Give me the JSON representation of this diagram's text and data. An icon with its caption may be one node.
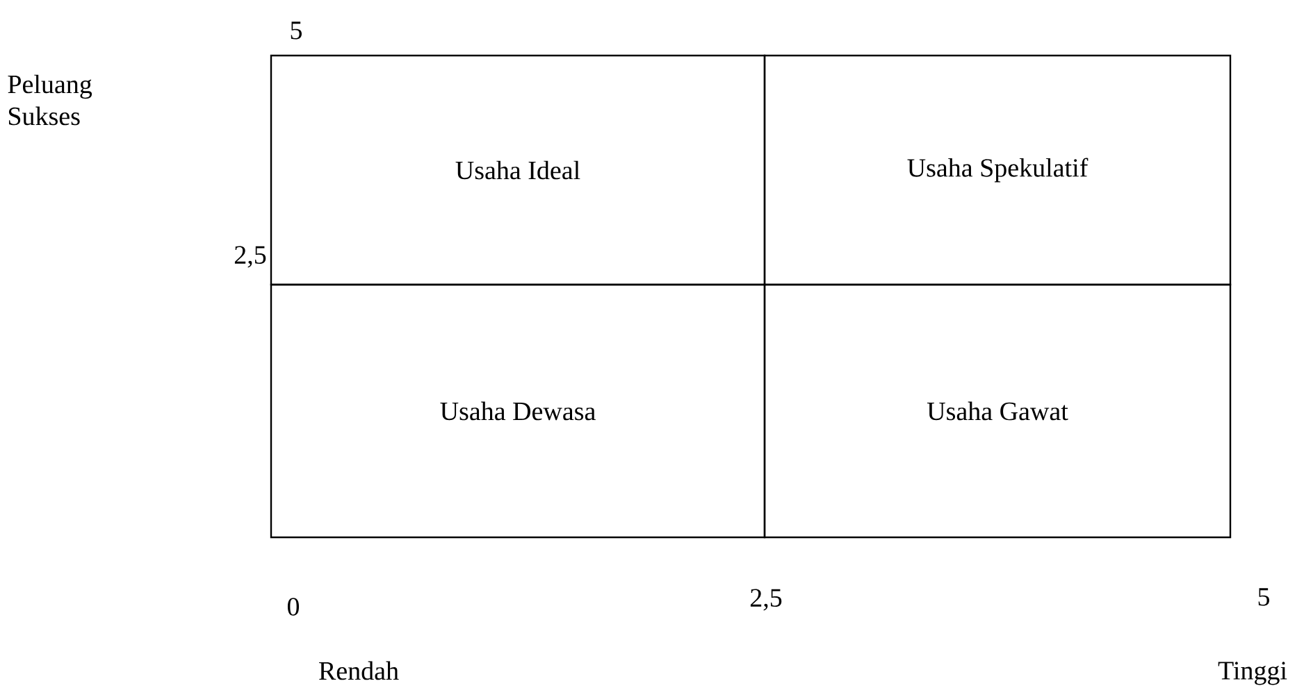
{
  "diagram": {
    "nodes": [
      {
        "text": [
          "Usaha Ideal"
        ]
      },
      {
        "text": [
          "Usaha Spekulatif"
        ]
      },
      {
        "text": [
          "Usaha Dewasa"
        ]
      },
      {
        "text": [
          "Usaha Gawat"
        ]
      }
    ],
    "labels": [
      "5",
      "Peluang Sukses",
      "2,5",
      "0",
      "2,5",
      "5",
      "Rendah",
      "Tinggi"
    ]
  }
}
